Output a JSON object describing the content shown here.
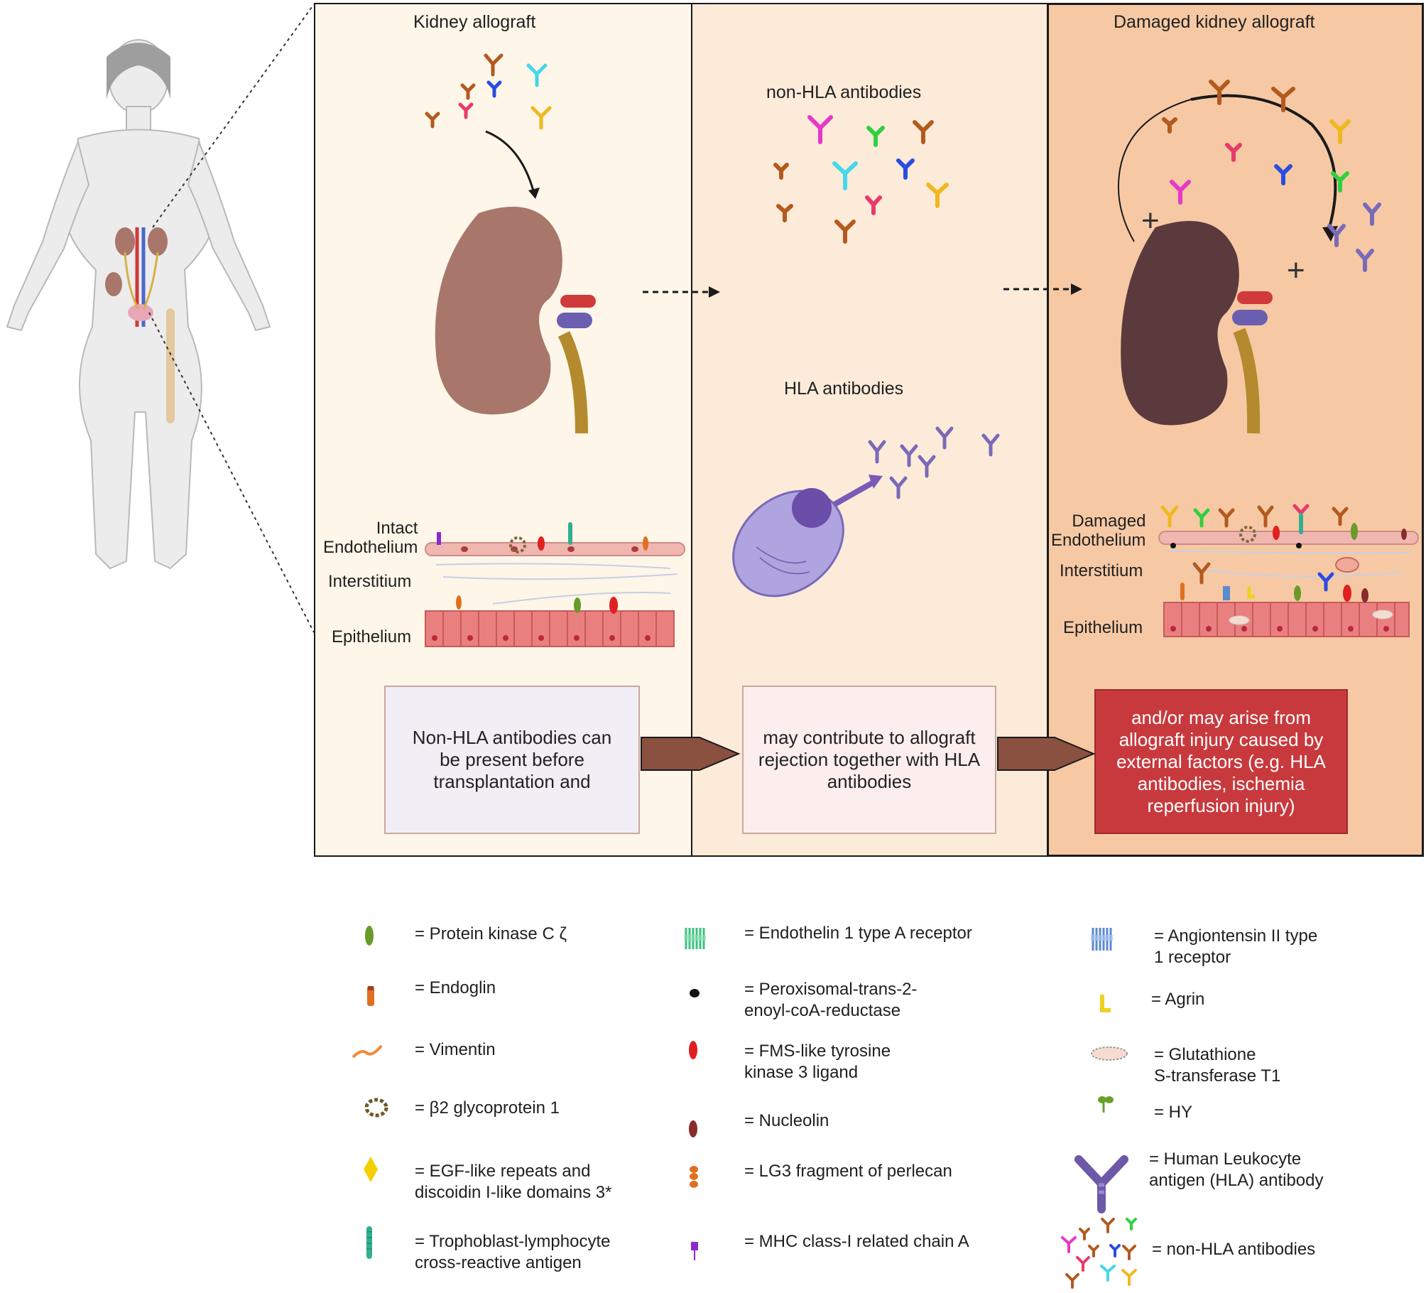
{
  "panels": {
    "kidney_allograft": {
      "title": "Kidney allograft"
    },
    "damaged_allograft": {
      "title": "Damaged kidney allograft"
    }
  },
  "antibody_labels": {
    "non_hla": "non-HLA antibodies",
    "hla": "HLA antibodies"
  },
  "tissue_labels": {
    "intact_endothelium": "Intact\nEndothelium",
    "interstitium": "Interstitium",
    "epithelium": "Epithelium",
    "damaged_endothelium": "Damaged\nEndothelium",
    "interstitium_damaged": "Interstitium",
    "epithelium_damaged": "Epithelium"
  },
  "text_boxes": {
    "box1": "Non-HLA antibodies can be present before transplantation and",
    "box2": "may contribute to allograft rejection together with HLA antibodies",
    "box3": "and/or may arise from allograft injury caused by external factors (e.g. HLA antibodies, ischemia reperfusion injury)"
  },
  "legend": [
    {
      "icon": "protein-kinase-c-zeta-icon",
      "text": "= Protein kinase C ζ"
    },
    {
      "icon": "endoglin-icon",
      "text": "= Endoglin"
    },
    {
      "icon": "vimentin-icon",
      "text": "= Vimentin"
    },
    {
      "icon": "beta2-glycoprotein-icon",
      "text": "= β2 glycoprotein 1"
    },
    {
      "icon": "egf-repeats-icon",
      "text": "= EGF-like repeats and\ndiscoidin I-like domains 3*"
    },
    {
      "icon": "tla-icon",
      "text": "= Trophoblast-lymphocyte\ncross-reactive antigen"
    },
    {
      "icon": "endothelin-receptor-icon",
      "text": "= Endothelin 1 type A receptor"
    },
    {
      "icon": "pecr-icon",
      "text": "= Peroxisomal-trans-2-\nenoyl-coA-reductase"
    },
    {
      "icon": "flt3-ligand-icon",
      "text": "= FMS-like tyrosine\nkinase 3 ligand"
    },
    {
      "icon": "nucleolin-icon",
      "text": "= Nucleolin"
    },
    {
      "icon": "lg3-perlecan-icon",
      "text": "= LG3 fragment of perlecan"
    },
    {
      "icon": "mica-icon",
      "text": "= MHC class-I related chain A"
    },
    {
      "icon": "at1-receptor-icon",
      "text": "= Angiontensin II type\n1 receptor"
    },
    {
      "icon": "agrin-icon",
      "text": "= Agrin"
    },
    {
      "icon": "gstt1-icon",
      "text": "=  Glutathione\nS-transferase T1"
    },
    {
      "icon": "hy-icon",
      "text": "= HY"
    },
    {
      "icon": "hla-antibody-icon",
      "text": "= Human Leukocyte\nantigen (HLA) antibody"
    },
    {
      "icon": "non-hla-antibodies-icon",
      "text": "= non-HLA antibodies"
    }
  ],
  "colors": {
    "kidney": "#a8766a",
    "damaged_kidney": "#5a3a3c",
    "artery": "#d03a3a",
    "vein": "#6a5fb0",
    "ureter": "#b48a2e",
    "epithelium": "#e9807f",
    "hla_antibody": "#6e58a8",
    "box3": "#c8393d",
    "arrow": "#8a5040"
  }
}
